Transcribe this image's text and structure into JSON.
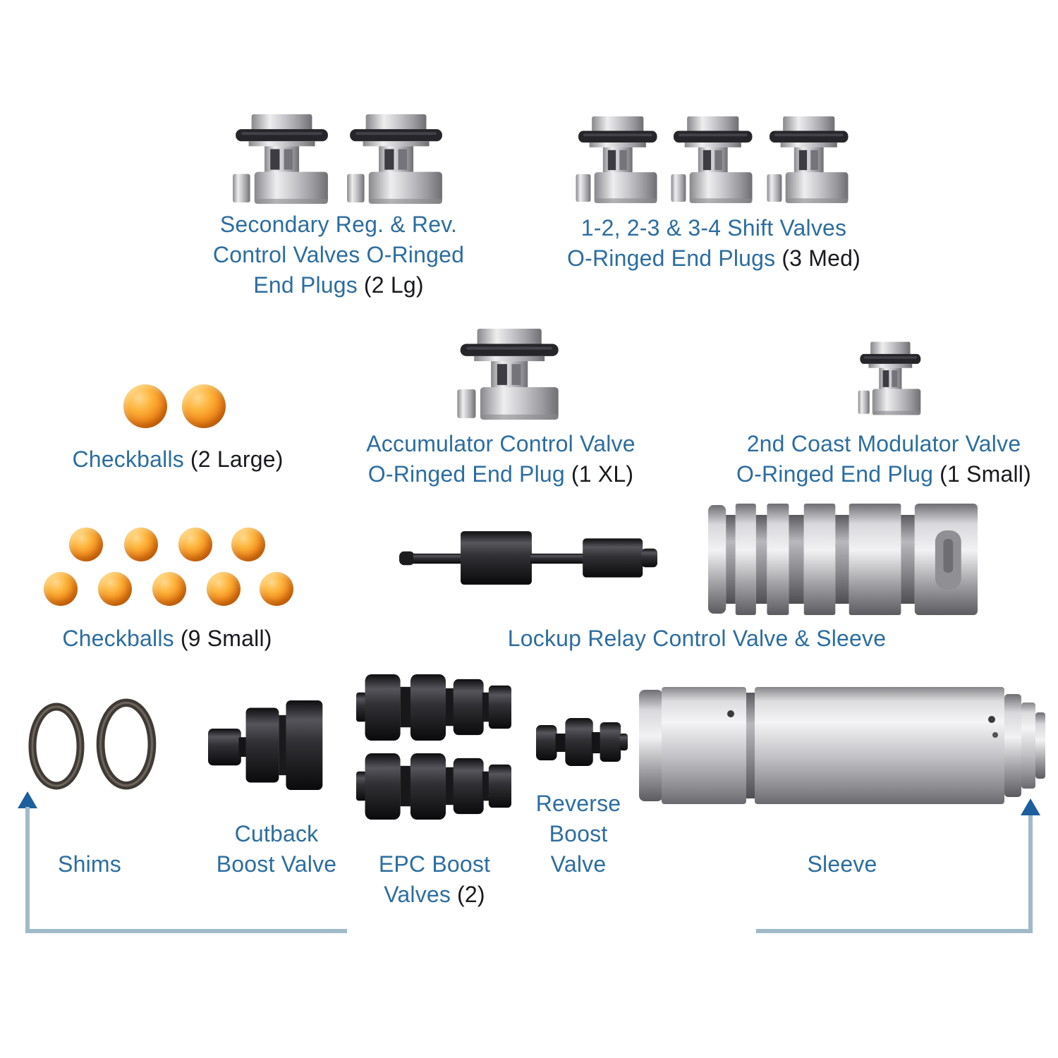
{
  "theme": {
    "label_blue": "#2c6da0",
    "quantity_dark": "#17191d",
    "arrow_line": "#a0bac9",
    "arrow_head": "#1d5e9c",
    "checkball_orange": "#f39020",
    "metal_gray": "#c6c6ca",
    "dark_metal": "#2e2e32"
  },
  "labels": {
    "secondary": {
      "line1": "Secondary Reg. & Rev.",
      "line2": "Control Valves O-Ringed",
      "line3": "End Plugs",
      "qty": "(2 Lg)"
    },
    "shift": {
      "line1": "1-2, 2-3 & 3-4 Shift Valves",
      "line2": "O-Ringed End Plugs",
      "qty": "(3 Med)"
    },
    "checkballs_large": {
      "main": "Checkballs",
      "qty": "(2 Large)"
    },
    "accumulator": {
      "line1": "Accumulator Control Valve",
      "line2": "O-Ringed End Plug",
      "qty": "(1 XL)"
    },
    "coast": {
      "line1": "2nd Coast Modulator Valve",
      "line2": "O-Ringed End Plug",
      "qty": "(1 Small)"
    },
    "checkballs_small": {
      "main": "Checkballs",
      "qty": "(9 Small)"
    },
    "lockup": {
      "main": "Lockup Relay Control Valve & Sleeve"
    },
    "shims": {
      "main": "Shims"
    },
    "cutback": {
      "line1": "Cutback",
      "line2": "Boost Valve"
    },
    "epc": {
      "line1": "EPC Boost",
      "line2": "Valves",
      "qty": "(2)"
    },
    "reverse": {
      "line1": "Reverse",
      "line2": "Boost",
      "line3": "Valve"
    },
    "sleeve": {
      "main": "Sleeve"
    }
  },
  "figures": {
    "secondary_plugs": {
      "shape": "o-ringed-end-plug",
      "count": 2
    },
    "shift_plugs": {
      "shape": "o-ringed-end-plug",
      "count": 3
    },
    "large_checkballs": {
      "shape": "checkball",
      "count": 2
    },
    "accumulator_plug": {
      "shape": "o-ringed-end-plug",
      "count": 1
    },
    "coast_plug": {
      "shape": "o-ringed-end-plug",
      "count": 1
    },
    "small_checkballs": {
      "shape": "checkball",
      "count": 9
    },
    "lockup_valve_and_sleeve": {
      "shape": "valve-rod-and-grooved-sleeve",
      "count": 1
    },
    "shims": {
      "shape": "ring-shim",
      "count": 2
    },
    "cutback_boost_valve": {
      "shape": "dark-valve",
      "count": 1
    },
    "epc_boost_valves": {
      "shape": "dark-valve",
      "count": 2
    },
    "reverse_boost_valve": {
      "shape": "dark-valve",
      "count": 1
    },
    "sleeve": {
      "shape": "large-metal-sleeve",
      "count": 1
    }
  }
}
